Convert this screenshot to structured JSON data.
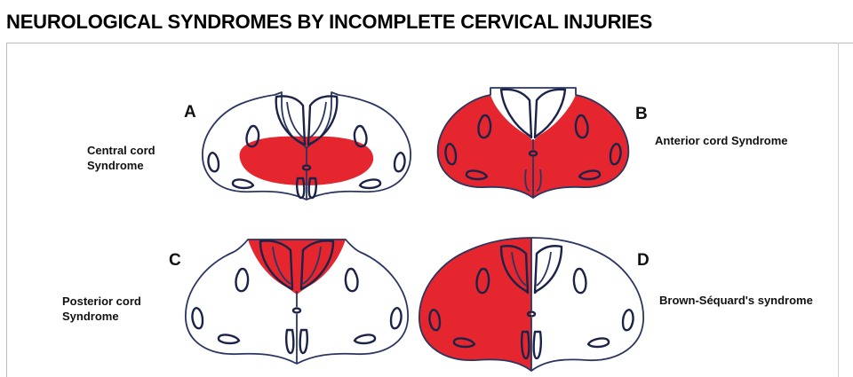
{
  "title": "NEUROLOGICAL SYNDROMES BY INCOMPLETE CERVICAL INJURIES",
  "panels": [
    {
      "letter": "A",
      "label_line1": "Central cord",
      "label_line2": "Syndrome"
    },
    {
      "letter": "B",
      "label_line1": "Anterior cord Syndrome",
      "label_line2": ""
    },
    {
      "letter": "C",
      "label_line1": "Posterior cord",
      "label_line2": "Syndrome"
    },
    {
      "letter": "D",
      "label_line1": "Brown-Séquard's syndrome",
      "label_line2": ""
    }
  ],
  "colors": {
    "lesion": "#e5262f",
    "outline": "#2a3660"
  }
}
